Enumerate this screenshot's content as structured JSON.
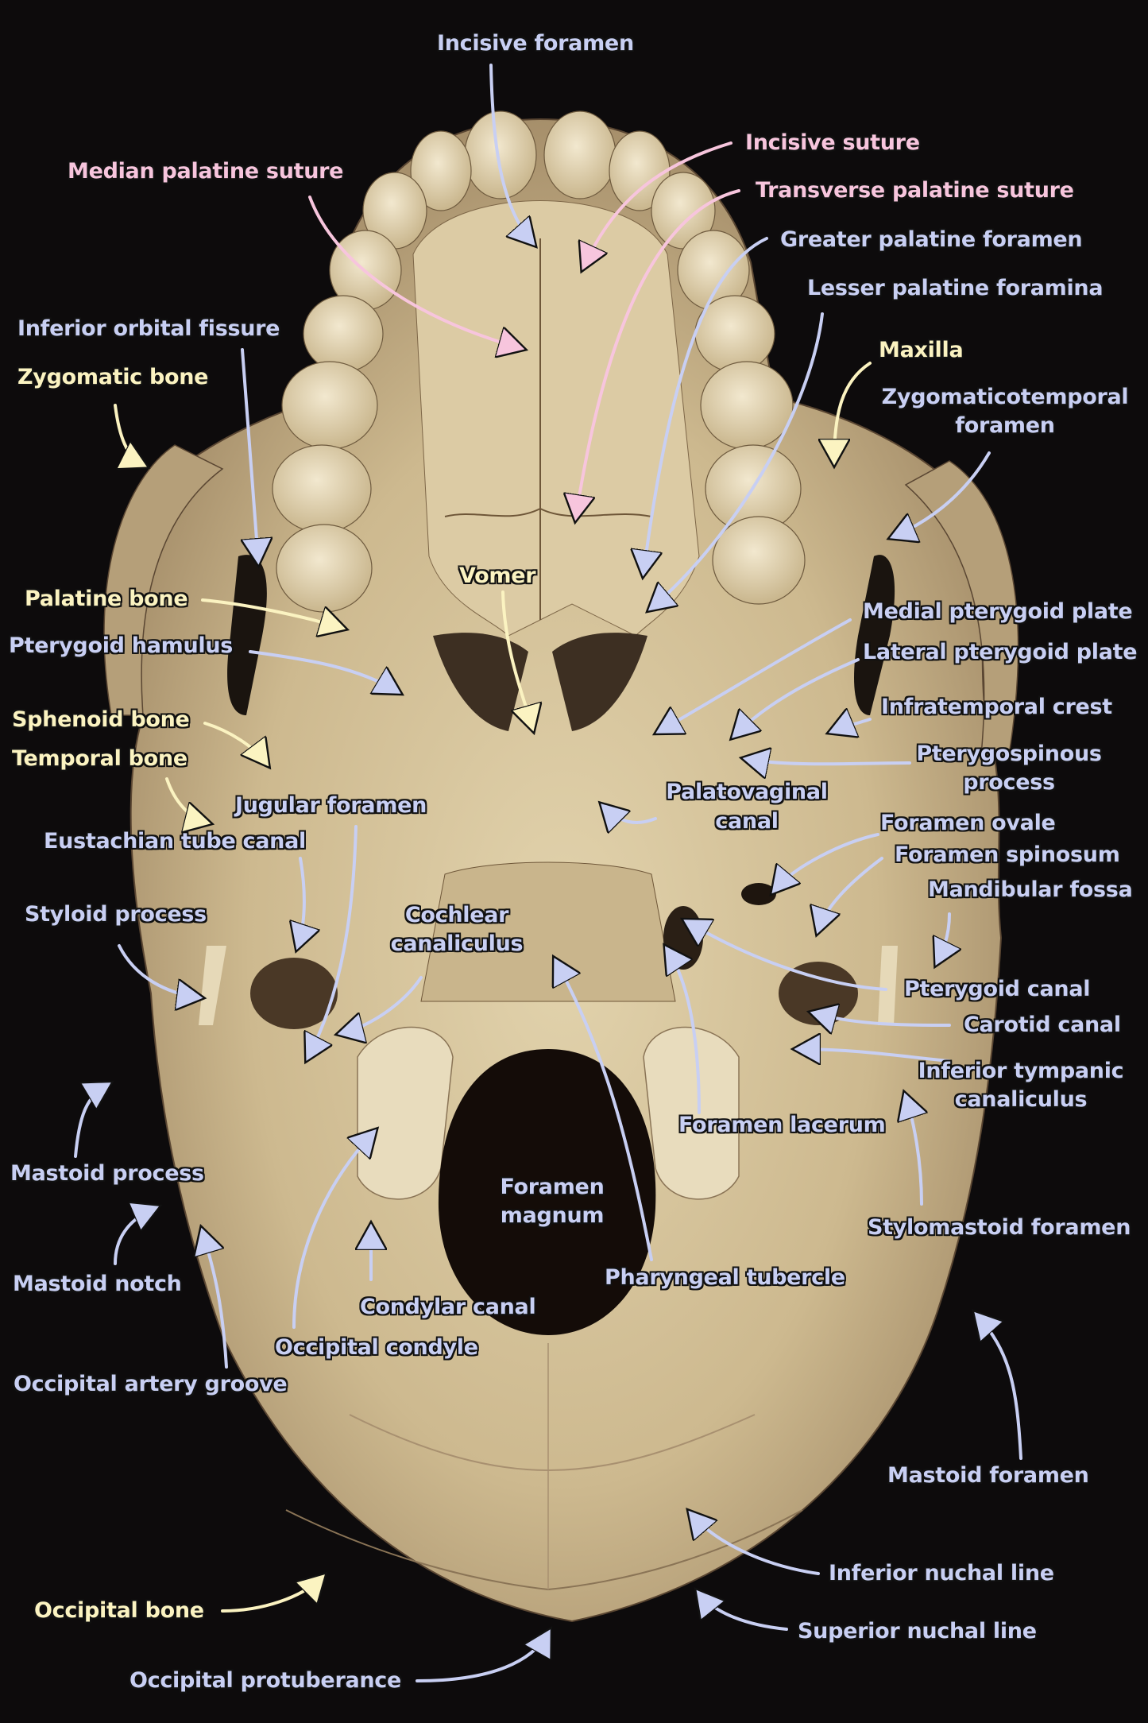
{
  "figure": {
    "title": "Inferior view of the skull (base of skull)",
    "colors": {
      "background": "#0d0b0c",
      "bone": "#d9c9a3",
      "bone_shadow": "#8a7456",
      "label_foramen_process": "#c8cff3",
      "label_suture": "#f7c5dd",
      "label_bone": "#fbf3c1"
    }
  },
  "labels": {
    "incisive_foramen": "Incisive foramen",
    "incisive_suture": "Incisive suture",
    "median_palatine_suture": "Median palatine suture",
    "transverse_palatine_suture": "Transverse palatine suture",
    "greater_palatine_foramen": "Greater palatine foramen",
    "lesser_palatine_foramina": "Lesser palatine foramina",
    "inferior_orbital_fissure": "Inferior orbital fissure",
    "zygomatic_bone": "Zygomatic bone",
    "maxilla": "Maxilla",
    "zygomaticotemporal_foramen_1": "Zygomaticotemporal",
    "zygomaticotemporal_foramen_2": "foramen",
    "vomer": "Vomer",
    "palatine_bone": "Palatine bone",
    "pterygoid_hamulus": "Pterygoid hamulus",
    "medial_pterygoid_plate": "Medial pterygoid plate",
    "lateral_pterygoid_plate": "Lateral pterygoid plate",
    "infratemporal_crest": "Infratemporal crest",
    "sphenoid_bone": "Sphenoid bone",
    "temporal_bone": "Temporal bone",
    "pterygospinous_process_1": "Pterygospinous",
    "pterygospinous_process_2": "process",
    "jugular_foramen": "Jugular foramen",
    "palatovaginal_canal_1": "Palatovaginal",
    "palatovaginal_canal_2": "canal",
    "eustachian_tube_canal": "Eustachian tube canal",
    "foramen_ovale": "Foramen ovale",
    "foramen_spinosum": "Foramen spinosum",
    "mandibular_fossa": "Mandibular fossa",
    "styloid_process": "Styloid process",
    "cochlear_canaliculus_1": "Cochlear",
    "cochlear_canaliculus_2": "canaliculus",
    "pterygoid_canal": "Pterygoid canal",
    "carotid_canal": "Carotid canal",
    "inferior_tympanic_canaliculus_1": "Inferior tympanic",
    "inferior_tympanic_canaliculus_2": "canaliculus",
    "foramen_lacerum": "Foramen lacerum",
    "mastoid_process": "Mastoid process",
    "foramen_magnum_1": "Foramen",
    "foramen_magnum_2": "magnum",
    "stylomastoid_foramen": "Stylomastoid foramen",
    "mastoid_notch": "Mastoid notch",
    "pharyngeal_tubercle": "Pharyngeal tubercle",
    "condylar_canal": "Condylar canal",
    "occipital_condyle": "Occipital condyle",
    "occipital_artery_groove": "Occipital artery groove",
    "mastoid_foramen": "Mastoid foramen",
    "inferior_nuchal_line": "Inferior nuchal line",
    "occipital_bone": "Occipital bone",
    "superior_nuchal_line": "Superior nuchal line",
    "occipital_protuberance": "Occipital protuberance"
  }
}
